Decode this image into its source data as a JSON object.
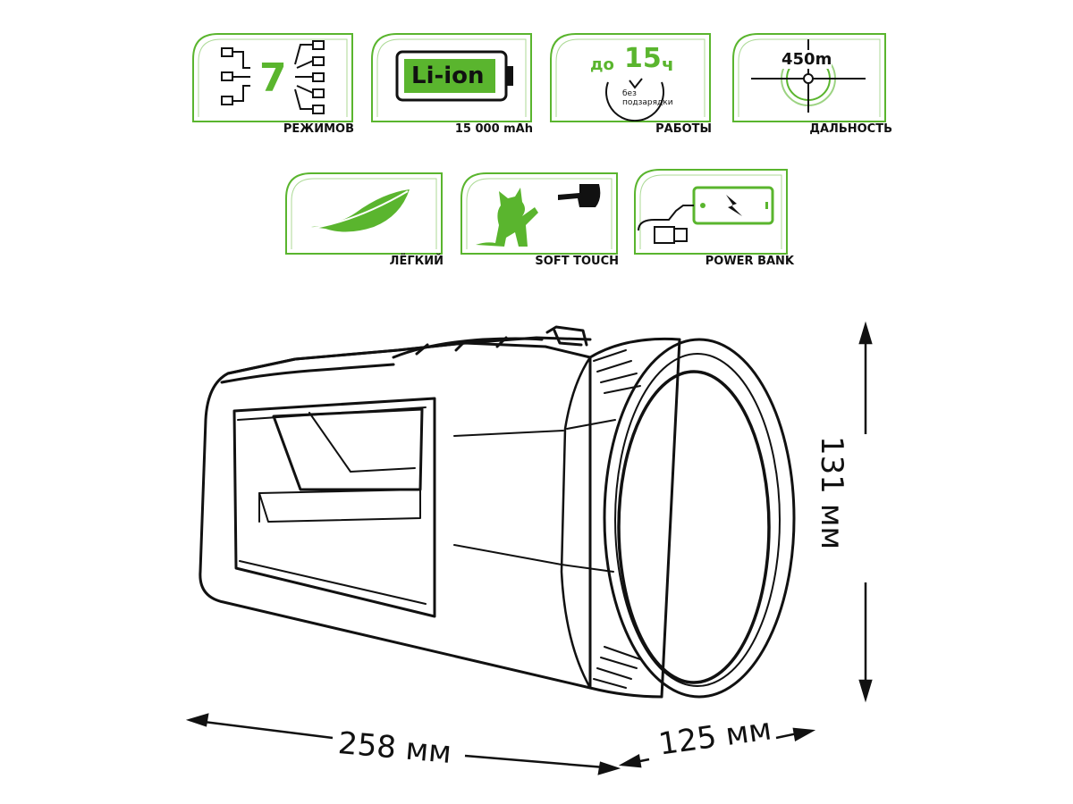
{
  "features": {
    "modes": {
      "number": "7",
      "caption": "РЕЖИМОВ"
    },
    "battery": {
      "chemistry": "Li-ion",
      "caption": "15 000 mAh"
    },
    "runtime": {
      "prefix": "до",
      "hours": "15",
      "unit": "ч",
      "note_line1": "без",
      "note_line2": "подзарядки",
      "caption": "РАБОТЫ"
    },
    "range": {
      "distance": "450m",
      "caption": "ДАЛЬНОСТЬ"
    },
    "light": {
      "caption": "ЛЁГКИЙ"
    },
    "soft_touch": {
      "caption": "SOFT TOUCH"
    },
    "power_bank": {
      "caption": "POWER BANK"
    }
  },
  "dimensions": {
    "length": "258 мм",
    "depth": "125 мм",
    "height": "131 мм"
  },
  "colors": {
    "accent": "#5ab52e",
    "line": "#111111"
  }
}
